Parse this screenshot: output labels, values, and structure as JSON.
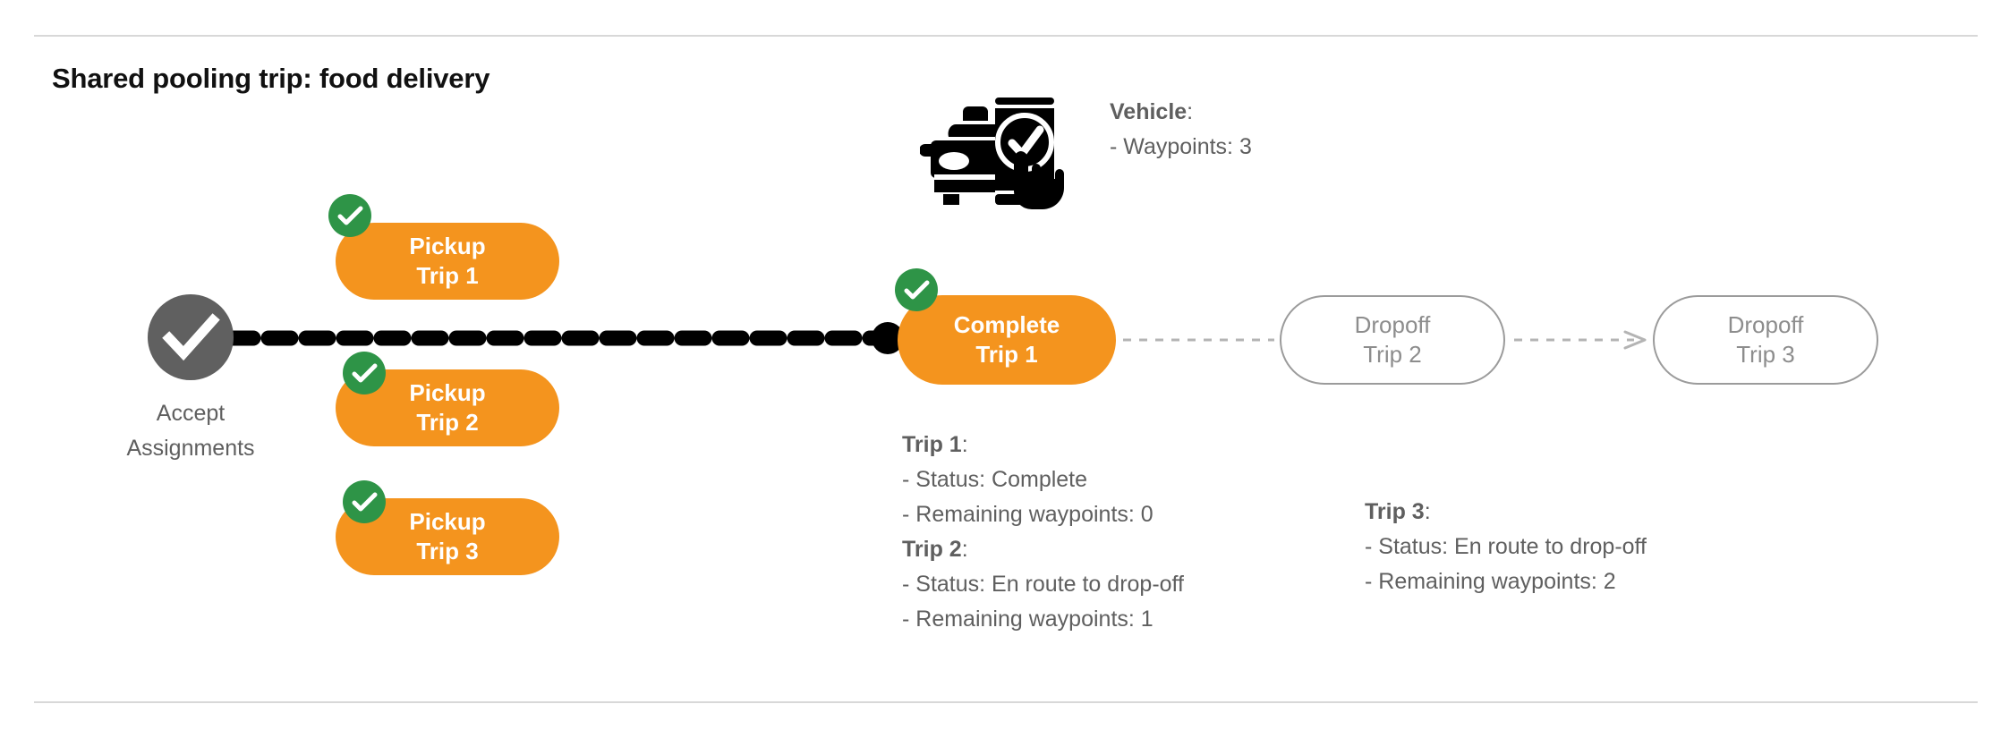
{
  "title": "Shared pooling trip: food delivery",
  "colors": {
    "orange": "#F4941E",
    "green": "#2E9447",
    "gray_node": "#606060",
    "gray_text": "#5f5f5f",
    "outline_gray": "#9b9b9b",
    "divider": "#d8d8d8",
    "black": "#000000",
    "white": "#ffffff"
  },
  "accept_node": {
    "icon": "check-icon",
    "label_line_1": "Accept",
    "label_line_2": "Assignments"
  },
  "pickups": [
    {
      "badge": "check-badge-icon",
      "line_1": "Pickup",
      "line_2": "Trip 1"
    },
    {
      "badge": "check-badge-icon",
      "line_1": "Pickup",
      "line_2": "Trip 2"
    },
    {
      "badge": "check-badge-icon",
      "line_1": "Pickup",
      "line_2": "Trip 3"
    }
  ],
  "complete_node": {
    "badge": "check-badge-icon",
    "line_1": "Complete",
    "line_2": "Trip 1"
  },
  "dropoffs": [
    {
      "line_1": "Dropoff",
      "line_2": "Trip 2"
    },
    {
      "line_1": "Dropoff",
      "line_2": "Trip 3"
    }
  ],
  "vehicle": {
    "icon": "car-phone-check-icon",
    "heading": "Vehicle",
    "heading_colon": ":",
    "waypoints_line": "- Waypoints: 3"
  },
  "trip_details": {
    "group_left": [
      {
        "heading": "Trip 1",
        "heading_colon": ":",
        "status_line": "- Status:  Complete",
        "waypoints_line": "- Remaining waypoints: 0"
      },
      {
        "heading": "Trip 2",
        "heading_colon": ":",
        "status_line": "- Status:  En route to drop-off",
        "waypoints_line": "- Remaining waypoints: 1"
      }
    ],
    "group_right": [
      {
        "heading": "Trip 3",
        "heading_colon": ":",
        "status_line": "- Status:  En route to drop-off",
        "waypoints_line": "- Remaining waypoints: 2"
      }
    ]
  }
}
